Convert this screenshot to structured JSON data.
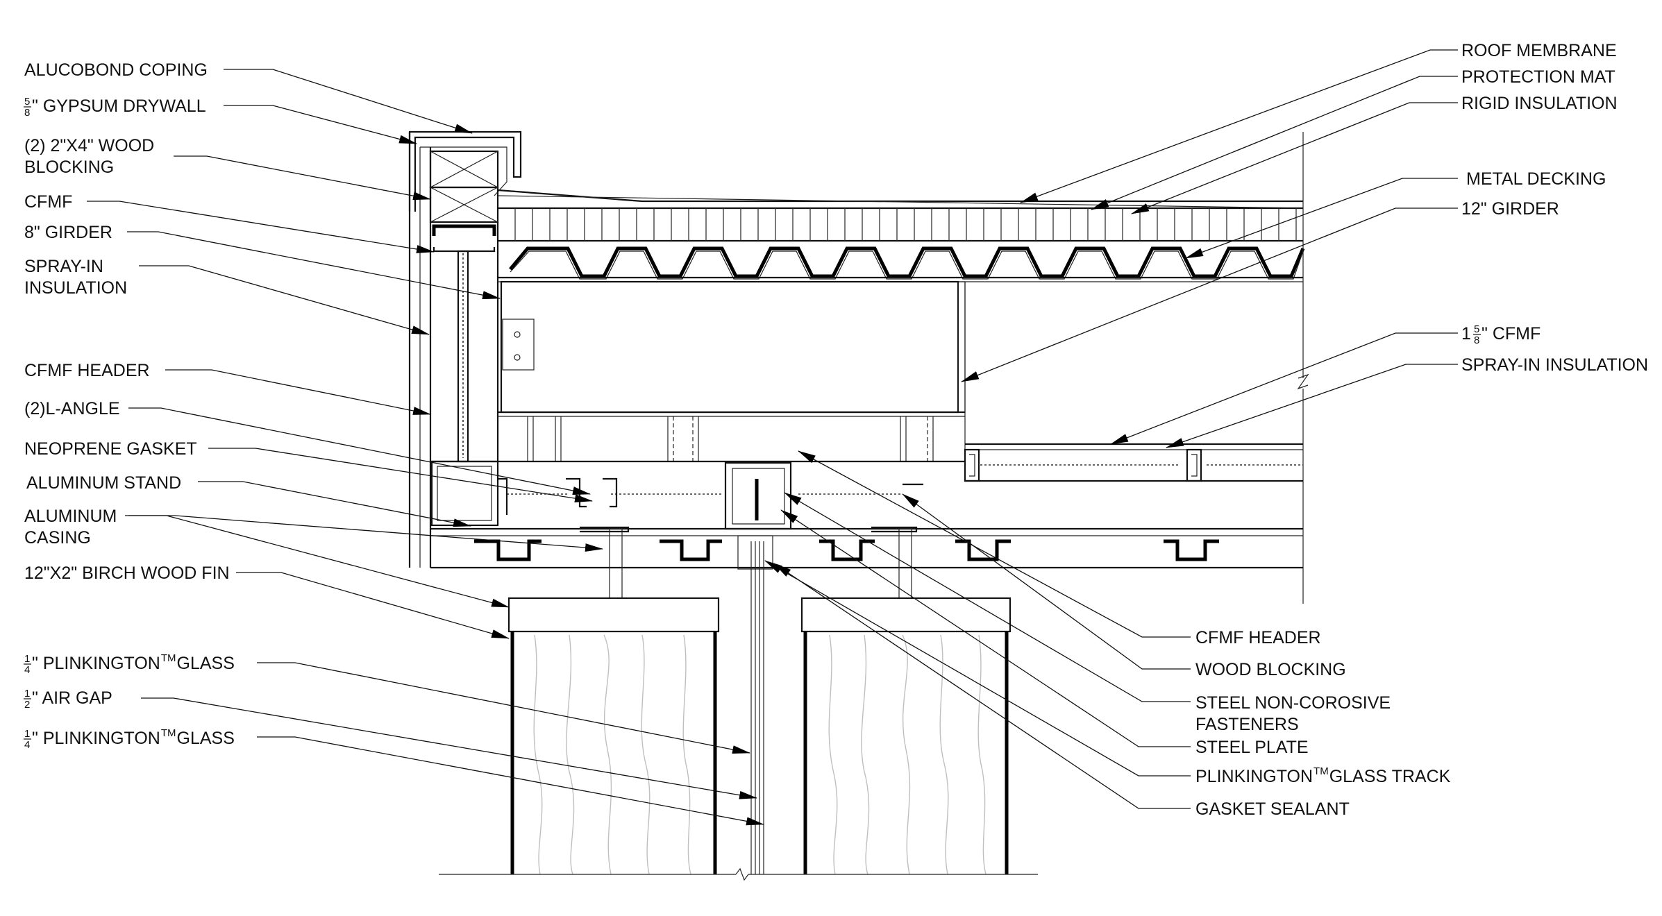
{
  "labels_left": [
    {
      "id": "alucobond-coping",
      "lines": [
        "ALUCOBOND COPING"
      ]
    },
    {
      "id": "gypsum-drywall",
      "frac": [
        "5",
        "8"
      ],
      "lines": [
        "\" GYPSUM DRYWALL"
      ]
    },
    {
      "id": "wood-blocking-2x4",
      "lines": [
        "(2) 2\"X4\" WOOD",
        "BLOCKING"
      ]
    },
    {
      "id": "cfmf-left",
      "lines": [
        "CFMF"
      ]
    },
    {
      "id": "girder-8",
      "lines": [
        "8\" GIRDER"
      ]
    },
    {
      "id": "spray-in-insulation-left",
      "lines": [
        "SPRAY-IN",
        "INSULATION"
      ]
    },
    {
      "id": "cfmf-header-left",
      "lines": [
        "CFMF HEADER"
      ]
    },
    {
      "id": "l-angle",
      "lines": [
        "(2)L-ANGLE"
      ]
    },
    {
      "id": "neoprene-gasket",
      "lines": [
        "NEOPRENE GASKET"
      ]
    },
    {
      "id": "aluminum-stand",
      "lines": [
        "ALUMINUM STAND"
      ]
    },
    {
      "id": "aluminum-casing",
      "lines": [
        "ALUMINUM",
        "CASING"
      ]
    },
    {
      "id": "birch-wood-fin",
      "lines": [
        "12\"X2\" BIRCH WOOD FIN"
      ]
    },
    {
      "id": "glass-outer",
      "frac": [
        "1",
        "4"
      ],
      "lines": [
        "\" PLINKINGTON"
      ],
      "sup": "TM",
      "tail": " GLASS"
    },
    {
      "id": "air-gap",
      "frac": [
        "1",
        "2"
      ],
      "lines": [
        "\" AIR GAP"
      ]
    },
    {
      "id": "glass-inner",
      "frac": [
        "1",
        "4"
      ],
      "lines": [
        "\" PLINKINGTON"
      ],
      "sup": "TM",
      "tail": " GLASS"
    }
  ],
  "labels_right": [
    {
      "id": "roof-membrane",
      "lines": [
        "ROOF MEMBRANE"
      ]
    },
    {
      "id": "protection-mat",
      "lines": [
        "PROTECTION MAT"
      ]
    },
    {
      "id": "rigid-insulation",
      "lines": [
        "RIGID INSULATION"
      ]
    },
    {
      "id": "metal-decking",
      "lines": [
        "METAL DECKING"
      ]
    },
    {
      "id": "girder-12",
      "lines": [
        "12\" GIRDER"
      ]
    },
    {
      "id": "cfmf-1-5-8",
      "prefix": "1 ",
      "frac": [
        "5",
        "8"
      ],
      "lines": [
        "\" CFMF"
      ]
    },
    {
      "id": "spray-in-insulation-right",
      "lines": [
        "SPRAY-IN INSULATION"
      ]
    }
  ],
  "labels_bottom": [
    {
      "id": "cfmf-header-bottom",
      "lines": [
        "CFMF HEADER"
      ]
    },
    {
      "id": "wood-blocking",
      "lines": [
        "WOOD BLOCKING"
      ]
    },
    {
      "id": "steel-fasteners",
      "lines": [
        "STEEL NON-COROSIVE",
        "FASTENERS"
      ]
    },
    {
      "id": "steel-plate",
      "lines": [
        "STEEL PLATE"
      ]
    },
    {
      "id": "glass-track",
      "lines": [
        "PLINKINGTON"
      ],
      "sup": "TM",
      "tail": " GLASS TRACK"
    },
    {
      "id": "gasket-sealant",
      "lines": [
        "GASKET SEALANT"
      ]
    }
  ]
}
